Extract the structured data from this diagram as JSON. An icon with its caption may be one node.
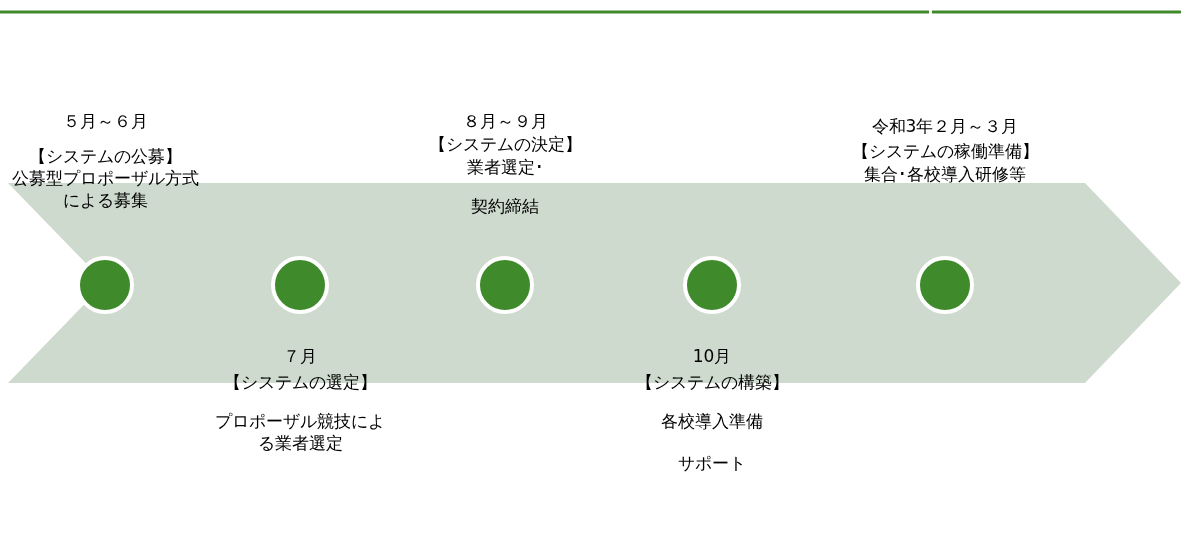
{
  "diagram": {
    "nodes": [
      {
        "text": [],
        "shape": "circle",
        "beside": [
          "５月～６月",
          "【システムの公募】",
          "公募型プロポーザル方式による募集"
        ]
      },
      {
        "text": [],
        "shape": "circle",
        "beside": [
          "７月",
          "【システムの選定】",
          "プロポーザル競技による業者選定"
        ]
      },
      {
        "text": [],
        "shape": "circle",
        "beside": [
          "８月～９月",
          "【システムの決定】",
          "業者選定･",
          "契約締結"
        ]
      },
      {
        "text": [],
        "shape": "circle",
        "beside": [
          "10月",
          "【システムの構築】",
          "各校導入準備",
          "サポート"
        ]
      },
      {
        "text": [],
        "shape": "circle",
        "beside": [
          "令和3年２月～３月",
          "【システムの稼働準備】",
          "集合･各校導入研修等"
        ]
      }
    ]
  }
}
